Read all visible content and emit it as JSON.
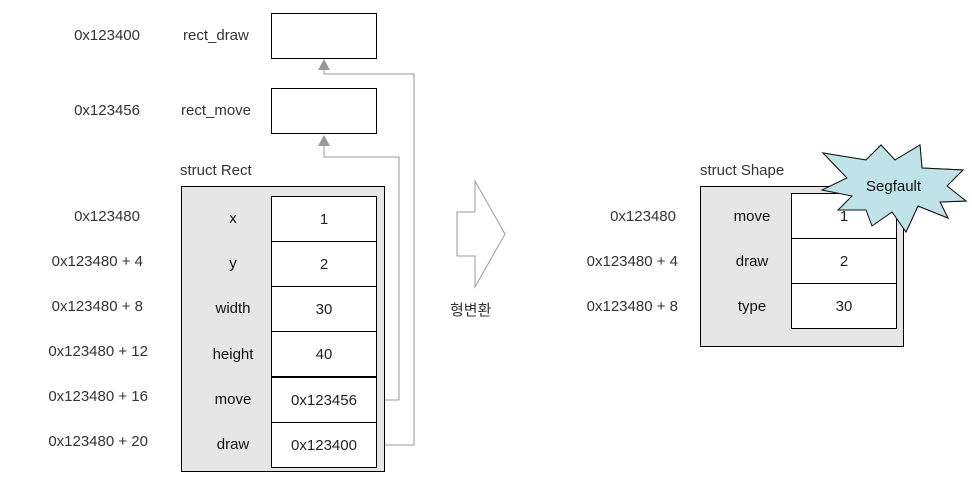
{
  "functions": [
    {
      "address": "0x123400",
      "name": "rect_draw"
    },
    {
      "address": "0x123456",
      "name": "rect_move"
    }
  ],
  "rect": {
    "title": "struct Rect",
    "fields": [
      {
        "address": "0x123480",
        "label": "x",
        "value": "1"
      },
      {
        "address": "0x123480 + 4",
        "label": "y",
        "value": "2"
      },
      {
        "address": "0x123480 + 8",
        "label": "width",
        "value": "30"
      },
      {
        "address": "0x123480 + 12",
        "label": "height",
        "value": "40"
      },
      {
        "address": "0x123480 + 16",
        "label": "move",
        "value": "0x123456"
      },
      {
        "address": "0x123480 + 20",
        "label": "draw",
        "value": "0x123400"
      }
    ]
  },
  "cast_label": "형변환",
  "shape": {
    "title": "struct Shape",
    "fields": [
      {
        "address": "0x123480",
        "label": "move",
        "value": "1"
      },
      {
        "address": "0x123480 + 4",
        "label": "draw",
        "value": "2"
      },
      {
        "address": "0x123480 + 8",
        "label": "type",
        "value": "30"
      }
    ]
  },
  "error_label": "Segfault",
  "colors": {
    "struct_fill": "#e6e6e6",
    "arrow": "#999999",
    "starburst_fill": "#bfe3e8"
  }
}
